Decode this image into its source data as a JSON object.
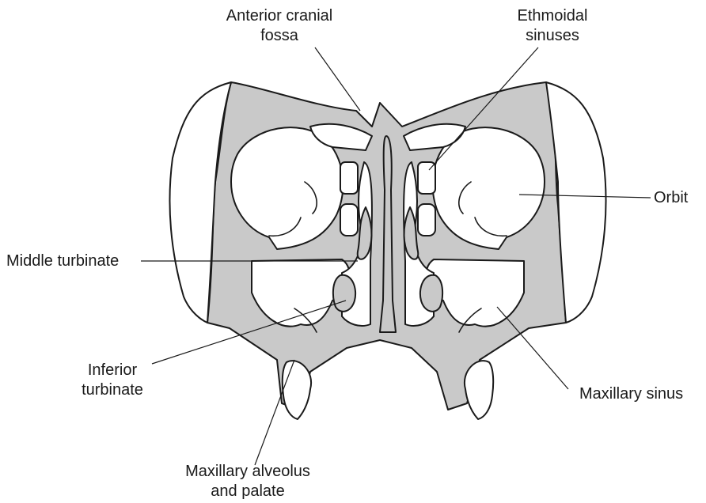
{
  "labels": {
    "anterior_cranial_fossa": [
      "Anterior cranial",
      "fossa"
    ],
    "ethmoidal_sinuses": [
      "Ethmoidal",
      "sinuses"
    ],
    "orbit": "Orbit",
    "middle_turbinate": "Middle turbinate",
    "inferior_turbinate": [
      "Inferior",
      "turbinate"
    ],
    "maxillary_sinus": "Maxillary sinus",
    "maxillary_alveolus": [
      "Maxillary alveolus",
      "and palate"
    ]
  }
}
